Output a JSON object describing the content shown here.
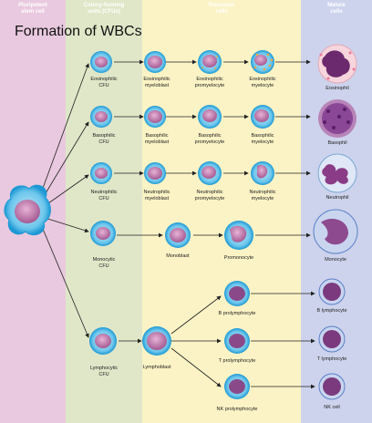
{
  "title": "Formation of WBCs",
  "headers": {
    "col1": "Pluripotent\nstem cell",
    "col2": "Colony-forming\nunits (CFUs)",
    "col3": "Precursor\ncells",
    "col4": "Mature\ncells"
  },
  "labels": {
    "eos_cfu": "Eosinophilic\nCFU",
    "eos_myeloblast": "Eosinophilic\nmyeloblast",
    "eos_promyelocyte": "Eosinophilic\npromyelocyte",
    "eos_myelocyte": "Eosinophilic\nmyelocyte",
    "eosinophil": "Eosinophil",
    "baso_cfu": "Basophilic\nCFU",
    "baso_myeloblast": "Basophilic\nmyeloblast",
    "baso_promyelocyte": "Basophilic\npromyelocyte",
    "baso_myelocyte": "Basophilic\nmyelocyte",
    "basophil": "Basophil",
    "neut_cfu": "Neutrophilic\nCFU",
    "neut_myeloblast": "Neutrophilic\nmyeloblast",
    "neut_promyelocyte": "Neutrophilic\npromyelocyte",
    "neut_myelocyte": "Neutrophilic\nmyelocyte",
    "neutrophil": "Neutrophil",
    "mono_cfu": "Monocytic\nCFU",
    "monoblast": "Monoblast",
    "promonocyte": "Promonocyte",
    "monocyte": "Monocyte",
    "b_prolymphocyte": "B prolymphocyte",
    "b_lymphocyte": "B lymphocyte",
    "lymph_cfu": "Lymphocytic\nCFU",
    "lymphoblast": "Lymphoblast",
    "t_prolymphocyte": "T prolymphocyte",
    "t_lymphocyte": "T lymphocyte",
    "nk_prolymphocyte": "NK prolymphocyte",
    "nk_cell": "NK cell"
  },
  "colors": {
    "cell_outer": "#2aa7de",
    "nucleus": "#c884b6",
    "eos_granule": "#f0a63a",
    "baso_granule": "#6a2a78",
    "arrow": "#222222"
  }
}
